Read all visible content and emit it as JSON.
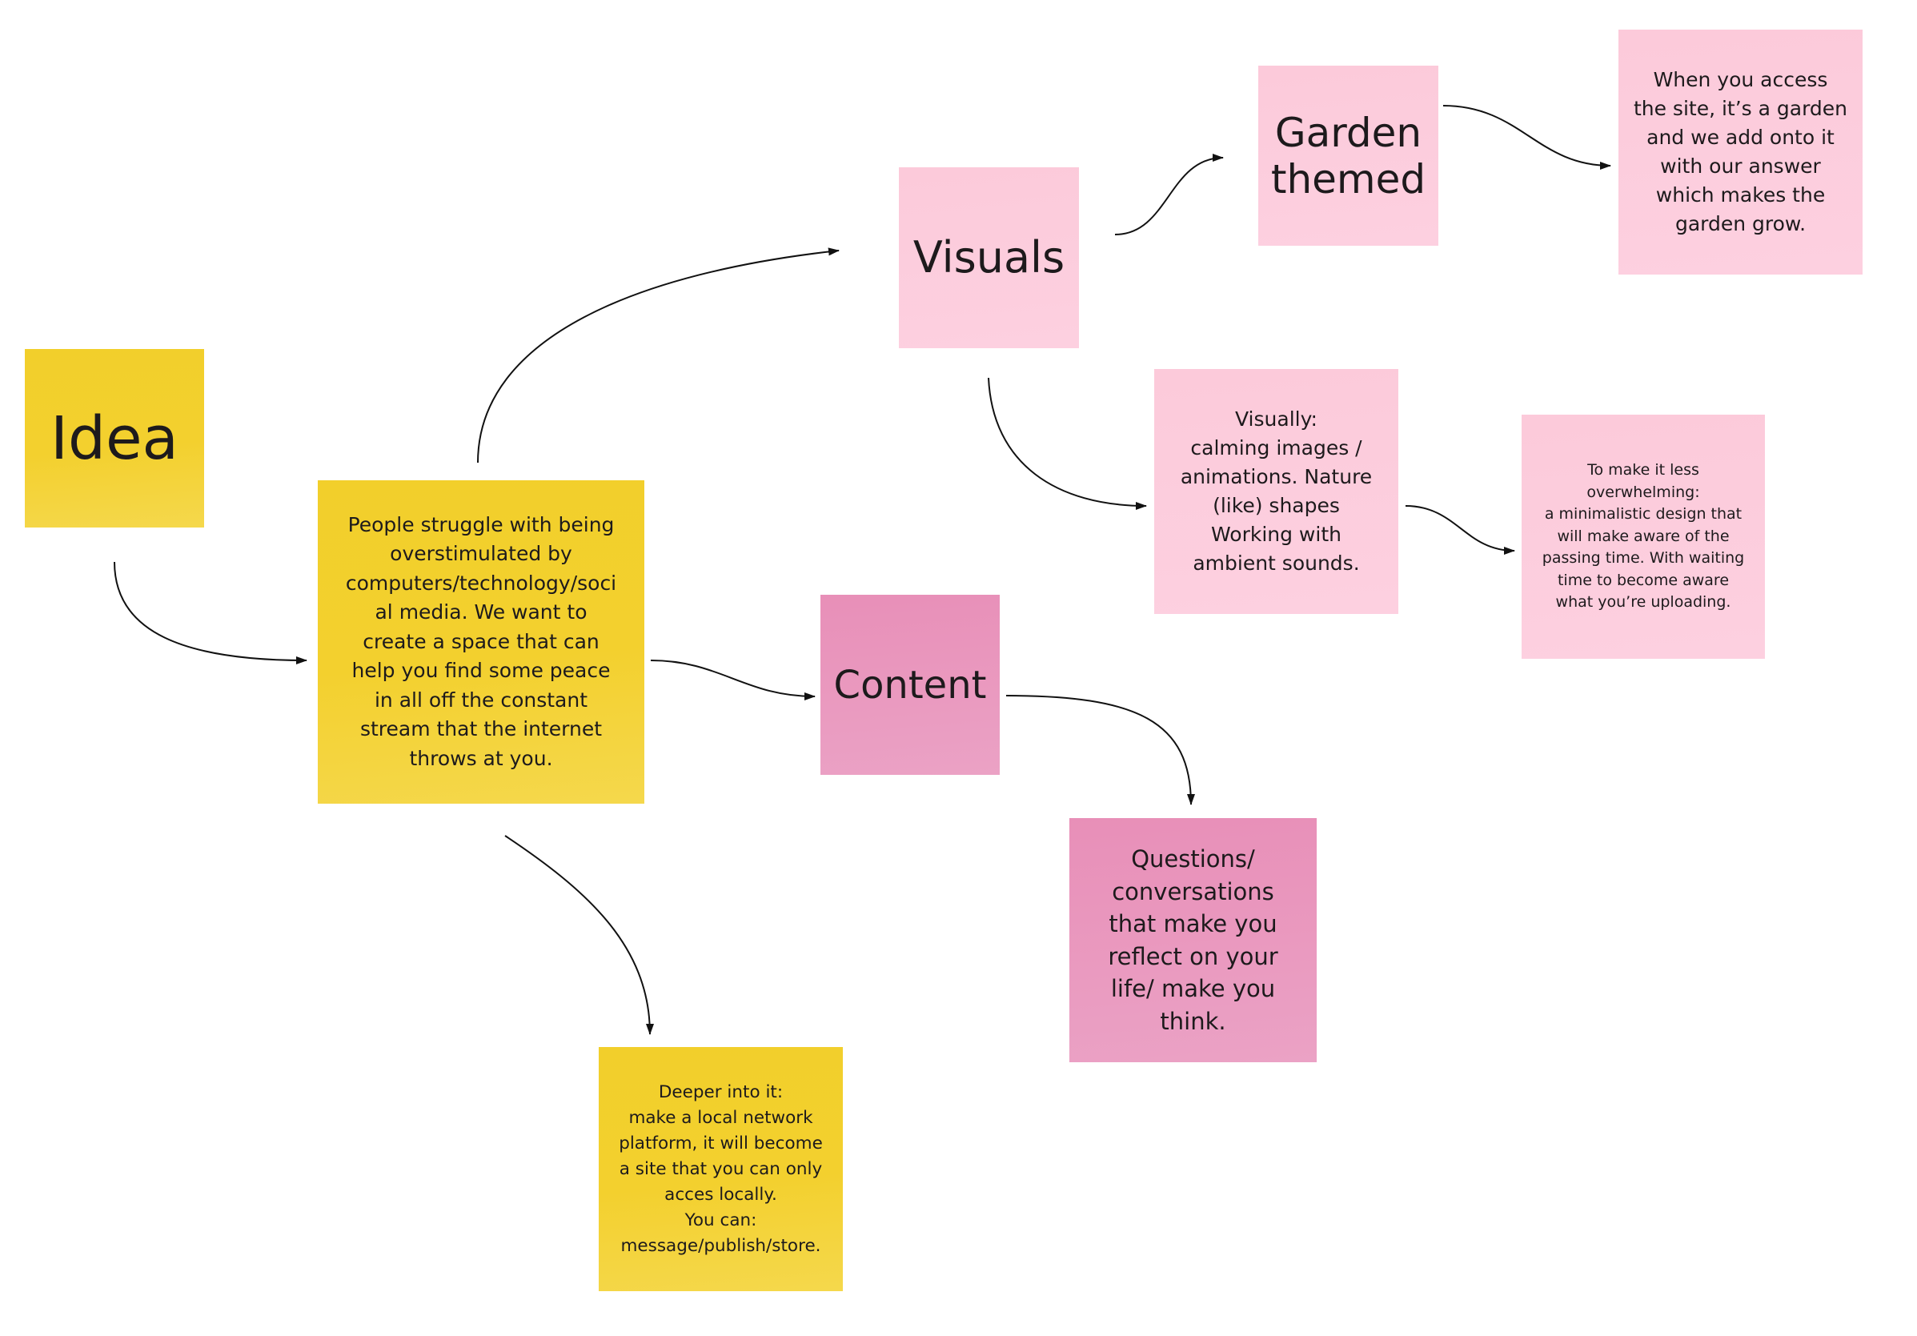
{
  "board": {
    "colors": {
      "yellow": "#f2cf2b",
      "pink_light": "#fccada",
      "pink_dark": "#e88fb8",
      "connector": "#111111"
    },
    "notes": {
      "idea": {
        "text": "Idea",
        "color": "yellow"
      },
      "problem": {
        "text": "People struggle with being\noverstimulated by\ncomputers/technology/soci\nal media. We want to\ncreate a space that can\nhelp you find some peace\nin all off the constant\nstream that the internet\nthrows at you.",
        "color": "yellow"
      },
      "visuals": {
        "text": "Visuals",
        "color": "pink_light"
      },
      "garden_themed": {
        "text": "Garden\nthemed",
        "color": "pink_light"
      },
      "garden_description": {
        "text": "When you access\nthe site, it’s a garden\nand we add onto it\nwith our answer\nwhich makes the\ngarden grow.",
        "color": "pink_light"
      },
      "visually": {
        "text": "Visually:\ncalming images /\nanimations. Nature\n(like) shapes\nWorking with\nambient sounds.",
        "color": "pink_light"
      },
      "less_overwhelming": {
        "text": "To make it less\noverwhelming:\na minimalistic design that\nwill make aware of the\npassing time. With waiting\ntime to become aware\nwhat you’re uploading.",
        "color": "pink_light"
      },
      "content": {
        "text": "Content",
        "color": "pink_dark"
      },
      "questions": {
        "text": "Questions/\nconversations\nthat make you\nreflect on your\nlife/ make you\nthink.",
        "color": "pink_dark"
      },
      "deeper": {
        "text": "Deeper into it:\nmake a local network\nplatform, it will become\na site that you can only\nacces locally.\nYou can:\nmessage/publish/store.",
        "color": "yellow"
      }
    },
    "connectors": [
      {
        "from": "idea",
        "to": "problem"
      },
      {
        "from": "problem",
        "to": "visuals"
      },
      {
        "from": "problem",
        "to": "content"
      },
      {
        "from": "problem",
        "to": "deeper"
      },
      {
        "from": "visuals",
        "to": "garden_themed"
      },
      {
        "from": "garden_themed",
        "to": "garden_description"
      },
      {
        "from": "visuals",
        "to": "visually"
      },
      {
        "from": "visually",
        "to": "less_overwhelming"
      },
      {
        "from": "content",
        "to": "questions"
      }
    ]
  }
}
